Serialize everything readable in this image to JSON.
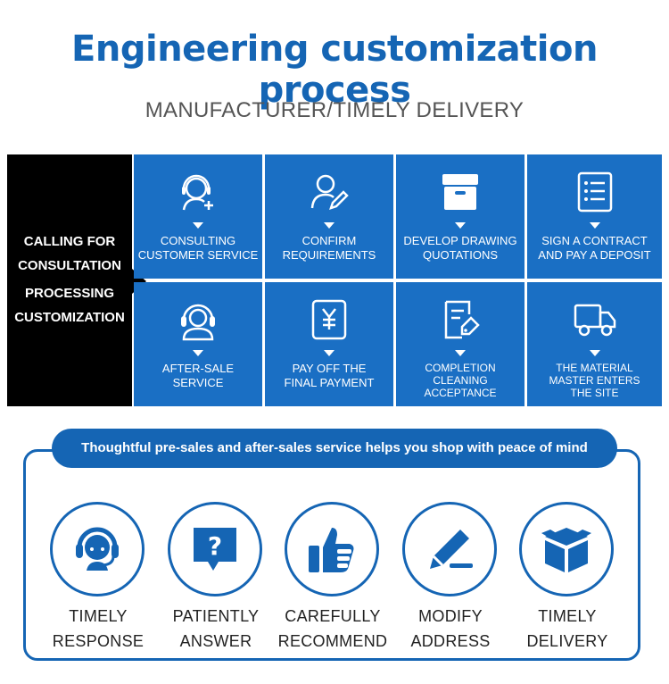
{
  "header": {
    "title": "Engineering customization process",
    "subtitle": "MANUFACTURER/TIMELY DELIVERY"
  },
  "process": {
    "intro_line1": "CALLING FOR\nCONSULTATION",
    "intro_line2": "PROCESSING\nCUSTOMIZATION",
    "steps": [
      {
        "label": "CONSULTING\nCUSTOMER SERVICE",
        "icon": "customer-service-icon"
      },
      {
        "label": "CONFIRM\nREQUIREMENTS",
        "icon": "user-edit-icon"
      },
      {
        "label": "DEVELOP DRAWING\nQUOTATIONS",
        "icon": "archive-box-icon"
      },
      {
        "label": "SIGN A CONTRACT\nAND PAY A DEPOSIT",
        "icon": "document-list-icon"
      },
      {
        "label": "THE MATERIAL\nMASTER ENTERS\nTHE SITE",
        "icon": "delivery-truck-icon"
      },
      {
        "label": "COMPLETION\nCLEANING ACCEPTANCE",
        "icon": "inspection-tag-icon"
      },
      {
        "label": "PAY OFF THE\nFINAL PAYMENT",
        "icon": "yuan-payment-icon"
      },
      {
        "label": "AFTER-SALE\nSERVICE",
        "icon": "headset-agent-icon"
      }
    ]
  },
  "service": {
    "banner": "Thoughtful pre-sales and after-sales service helps you shop with peace of mind",
    "items": [
      {
        "label": "TIMELY\nRESPONSE",
        "icon": "headset-icon"
      },
      {
        "label": "PATIENTLY\nANSWER",
        "icon": "question-bubble-icon"
      },
      {
        "label": "CAREFULLY\nRECOMMEND",
        "icon": "thumbs-up-icon"
      },
      {
        "label": "MODIFY\nADDRESS",
        "icon": "pencil-icon"
      },
      {
        "label": "TIMELY\nDELIVERY",
        "icon": "package-box-icon"
      }
    ]
  },
  "colors": {
    "brand_blue": "#1565b4",
    "cell_blue": "#1a6fc4",
    "intro_black": "#000000"
  }
}
